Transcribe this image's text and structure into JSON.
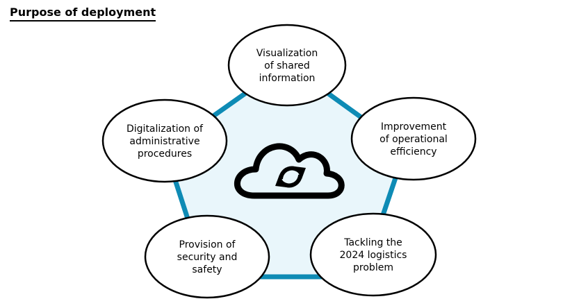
{
  "heading": "Purpose of deployment",
  "center_icon": "cloud-sync-icon",
  "colors": {
    "pentagon_fill": "#e9f6fb",
    "pentagon_stroke": "#0e8bb5",
    "node_fill": "#ffffff",
    "node_stroke": "#000000"
  },
  "nodes": [
    {
      "lines": [
        "Visualization",
        "of shared",
        "information"
      ]
    },
    {
      "lines": [
        "Improvement",
        "of operational",
        "efficiency"
      ]
    },
    {
      "lines": [
        "Tackling the",
        "2024 logistics",
        "problem"
      ]
    },
    {
      "lines": [
        "Provision of",
        "security and",
        "safety"
      ]
    },
    {
      "lines": [
        "Digitalization of",
        "administrative",
        "procedures"
      ]
    }
  ]
}
